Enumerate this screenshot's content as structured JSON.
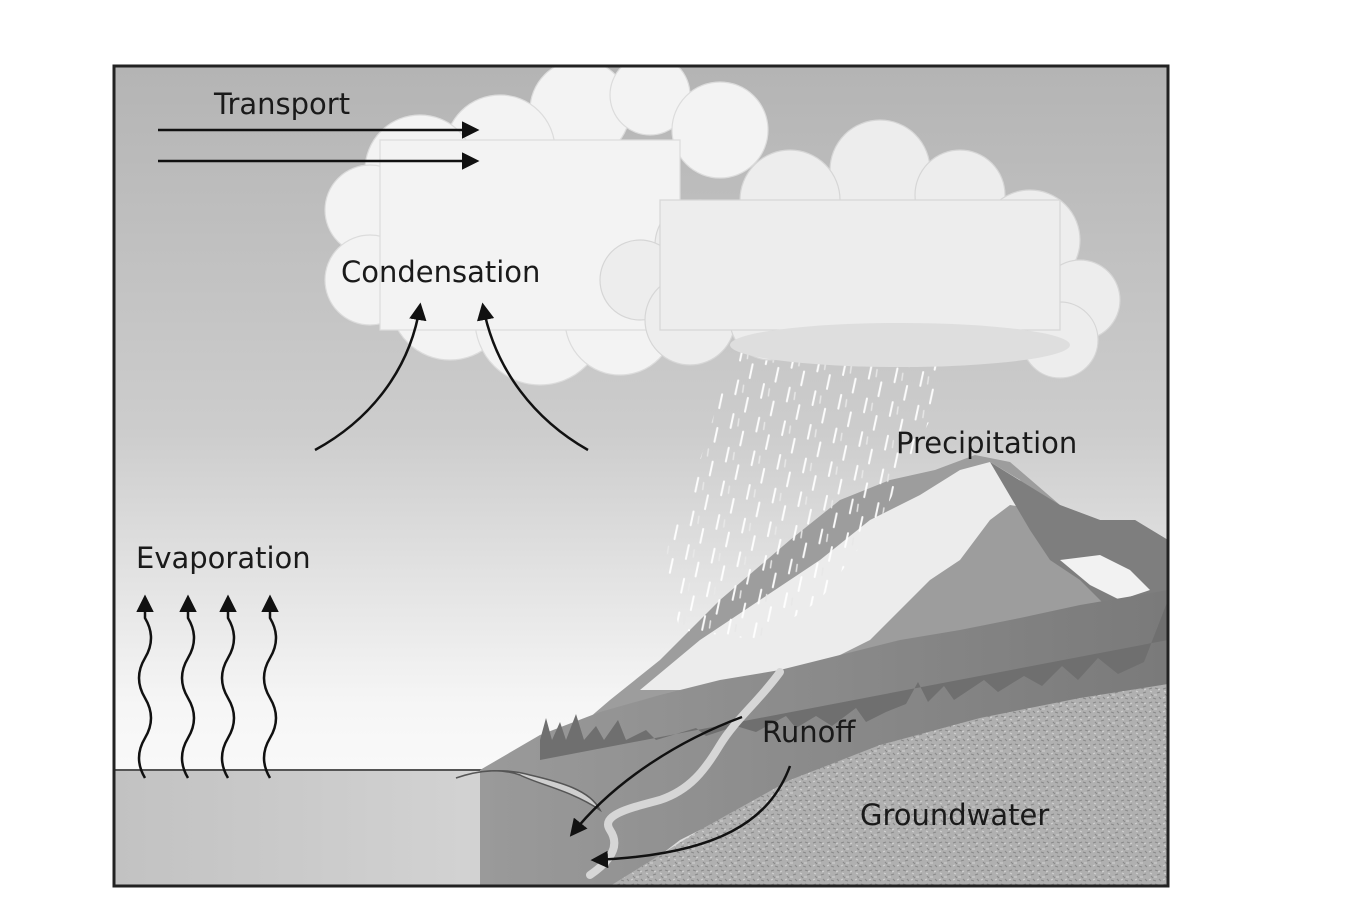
{
  "labels": {
    "transport": "Transport",
    "condensation": "Condensation",
    "evaporation": "Evaporation",
    "precipitation": "Precipitation",
    "runoff": "Runoff",
    "groundwater": "Groundwater"
  },
  "colors": {
    "frame": "#222222",
    "arrow": "#111111",
    "cloud": "#f4f4f4",
    "water": "#bdbdbd",
    "mountain": "#8c8c8c",
    "snow": "#f0f0f0",
    "ground": "#a9a9a9"
  }
}
